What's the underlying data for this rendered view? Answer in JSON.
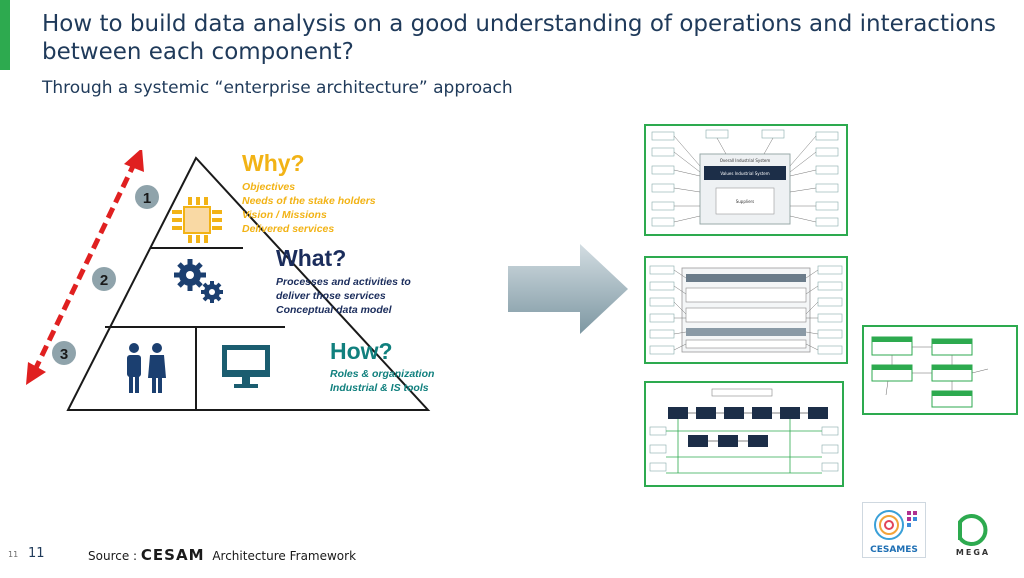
{
  "slide": {
    "title": "How to build data analysis on a good understanding of operations and interactions between each component?",
    "subtitle": "Through a systemic “enterprise architecture” approach"
  },
  "pyramid": {
    "levels": [
      {
        "number": "1",
        "heading": "Why?",
        "color": "#f2b316",
        "icon": "chip-icon",
        "bullets": [
          "Objectives",
          "Needs of the stake holders",
          "Vision / Missions",
          "Delivered services"
        ]
      },
      {
        "number": "2",
        "heading": "What?",
        "color": "#1b2d5c",
        "icon": "gears-icon",
        "bullets": [
          "Processes and activities to",
          "deliver those services",
          "Conceptual data model"
        ]
      },
      {
        "number": "3",
        "heading": "How?",
        "color": "#11807e",
        "icon": "people-icon / monitor-icon",
        "bullets": [
          "Roles & organization",
          "Industrial & IS tools"
        ]
      }
    ]
  },
  "diagrams": {
    "d1_labels": [
      "Overall Industrial System",
      "Values Industrial System",
      "Suppliers"
    ]
  },
  "footer": {
    "page_small": "11",
    "page": "11",
    "source_prefix": "Source :",
    "source_brand": "CESAM",
    "source_suffix": "Architecture Framework",
    "logo1": "CESAMES",
    "logo2": "MEGA"
  },
  "colors": {
    "accent": "#2daa4f",
    "title": "#1f3a5a",
    "why": "#f2b316",
    "what": "#1b2d5c",
    "how": "#11807e",
    "arrow_red": "#e02020"
  }
}
